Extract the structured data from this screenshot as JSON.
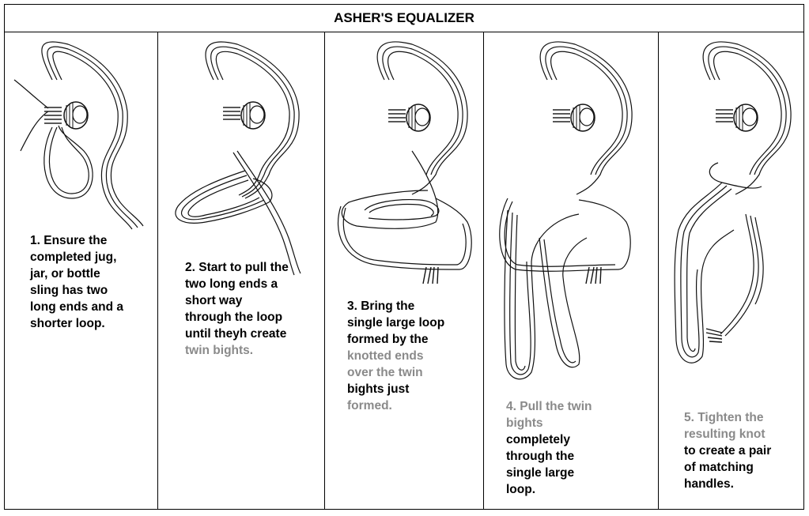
{
  "title": "ASHER'S EQUALIZER",
  "steps": [
    {
      "lines": [
        {
          "text": "1. Ensure the",
          "faded": false
        },
        {
          "text": "completed jug,",
          "faded": false
        },
        {
          "text": "jar, or bottle",
          "faded": false
        },
        {
          "text": "sling has two",
          "faded": false
        },
        {
          "text": "long ends and a",
          "faded": false
        },
        {
          "text": "shorter loop.",
          "faded": false
        }
      ]
    },
    {
      "lines": [
        {
          "text": "2. Start to pull the",
          "faded": false
        },
        {
          "text": "two long ends a",
          "faded": false
        },
        {
          "text": "short way",
          "faded": false
        },
        {
          "text": "through the loop",
          "faded": false
        },
        {
          "text": "until theyh create",
          "faded": false
        },
        {
          "text": "twin bights.",
          "faded": true
        }
      ]
    },
    {
      "lines": [
        {
          "text": "3. Bring the",
          "faded": false
        },
        {
          "text": "single large loop",
          "faded": false
        },
        {
          "text": "formed by the",
          "faded": false
        },
        {
          "text": "knotted ends",
          "faded": true
        },
        {
          "text": "over the twin",
          "faded": true
        },
        {
          "text": "bights just",
          "faded": false
        },
        {
          "text": "formed.",
          "faded": true
        }
      ]
    },
    {
      "lines": [
        {
          "text": "4. Pull the twin",
          "faded": true
        },
        {
          "text": "bights",
          "faded": true
        },
        {
          "text": "completely",
          "faded": false
        },
        {
          "text": "through the",
          "faded": false
        },
        {
          "text": "single large",
          "faded": false
        },
        {
          "text": "loop.",
          "faded": false
        }
      ]
    },
    {
      "lines": [
        {
          "text": "5. Tighten the",
          "faded": true
        },
        {
          "text": "resulting knot",
          "faded": true
        },
        {
          "text": "to create a pair",
          "faded": false
        },
        {
          "text": "of matching",
          "faded": false
        },
        {
          "text": "handles.",
          "faded": false
        }
      ]
    }
  ]
}
